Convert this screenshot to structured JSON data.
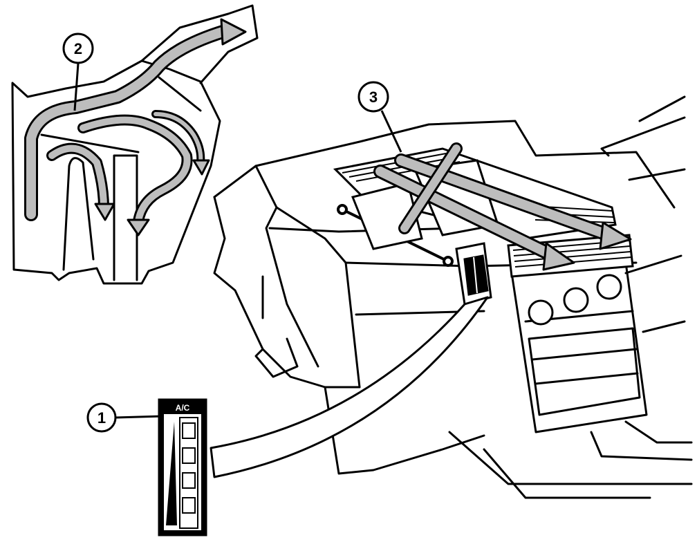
{
  "colors": {
    "ink": "#000000",
    "paper": "#ffffff",
    "airflow_fill": "#bdbdbd"
  },
  "callouts": [
    {
      "id": "1",
      "label": "1"
    },
    {
      "id": "2",
      "label": "2"
    },
    {
      "id": "3",
      "label": "3"
    }
  ],
  "control_panel": {
    "label": "A/C"
  }
}
